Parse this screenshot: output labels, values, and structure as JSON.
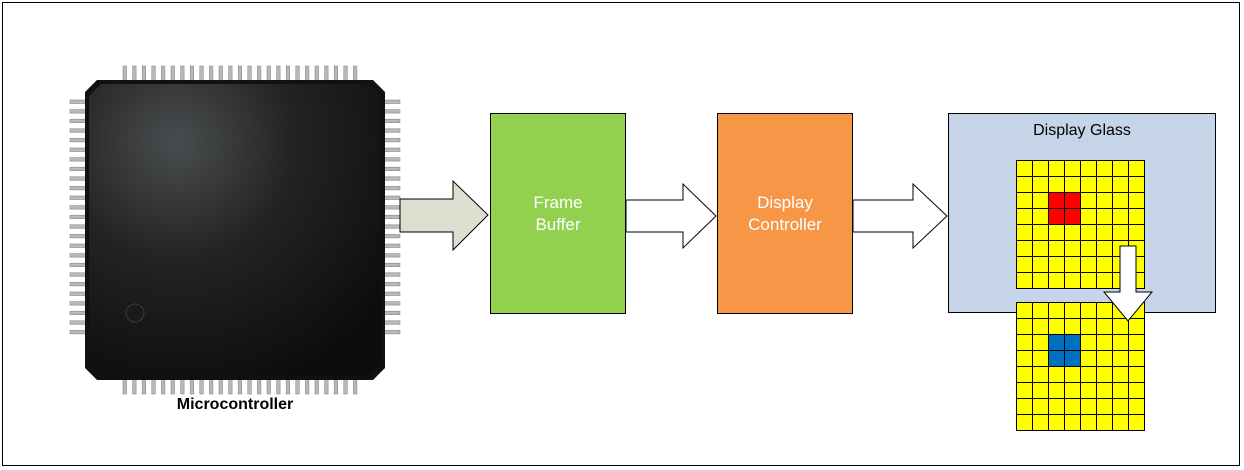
{
  "microcontroller": {
    "label": "Microcontroller",
    "chip_icon": "qfp-chip-icon"
  },
  "blocks": {
    "frame_buffer": {
      "lines": [
        "Frame",
        "Buffer"
      ],
      "color": "#92D050"
    },
    "display_controller": {
      "lines": [
        "Display",
        "Controller"
      ],
      "color": "#F79646"
    }
  },
  "display_glass": {
    "label": "Display Glass",
    "color": "#C5D4E7"
  },
  "pixel_grids": {
    "rows": 8,
    "cols": 8,
    "cell_color": "#FFFF00",
    "top_grid": {
      "highlight_color": "#FF0000",
      "highlight_cells": [
        [
          2,
          2
        ],
        [
          2,
          3
        ],
        [
          3,
          2
        ],
        [
          3,
          3
        ]
      ]
    },
    "bottom_grid": {
      "highlight_color": "#0070C0",
      "highlight_cells": [
        [
          2,
          2
        ],
        [
          2,
          3
        ],
        [
          3,
          2
        ],
        [
          3,
          3
        ]
      ]
    }
  },
  "arrows": {
    "mcu_to_buffer_color": "#DDDDD0",
    "other_color": "#FFFFFF",
    "down_arrow_color": "#FFFFFF"
  }
}
